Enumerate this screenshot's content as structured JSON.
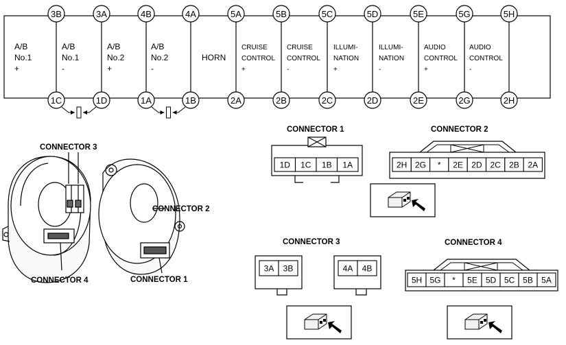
{
  "colors": {
    "line": "#000000",
    "background": "#ffffff",
    "body_fill": "#f2f2f2"
  },
  "top_pins": [
    "3B",
    "3A",
    "4B",
    "4A",
    "5A",
    "5B",
    "5C",
    "5D",
    "5E",
    "5G",
    "5H"
  ],
  "bottom_pins": [
    "1C",
    "1D",
    "1A",
    "1B",
    "2A",
    "2B",
    "2C",
    "2D",
    "2E",
    "2G",
    "2H"
  ],
  "columns": [
    {
      "lines": [
        "A/B",
        "No.1",
        "+"
      ]
    },
    {
      "lines": [
        "A/B",
        "No.1",
        "-"
      ]
    },
    {
      "lines": [
        "A/B",
        "No.2",
        "+"
      ]
    },
    {
      "lines": [
        "A/B",
        "No.2",
        "-"
      ]
    },
    {
      "lines": [
        "HORN"
      ]
    },
    {
      "lines": [
        "CRUISE",
        "CONTROL",
        "+"
      ]
    },
    {
      "lines": [
        "CRUISE",
        "CONTROL",
        "-"
      ]
    },
    {
      "lines": [
        "ILLUMI-",
        "NATION",
        "+"
      ]
    },
    {
      "lines": [
        "ILLUMI-",
        "NATION",
        "-"
      ]
    },
    {
      "lines": [
        "AUDIO",
        "CONTROL",
        "+"
      ]
    },
    {
      "lines": [
        "AUDIO",
        "CONTROL",
        "-"
      ]
    }
  ],
  "illustration_labels": {
    "connector3": "CONNECTOR 3",
    "connector2": "CONNECTOR 2",
    "connector4": "CONNECTOR 4",
    "connector1": "CONNECTOR 1"
  },
  "connector1": {
    "title": "CONNECTOR 1",
    "cells": [
      "1D",
      "1C",
      "1B",
      "1A"
    ]
  },
  "connector2": {
    "title": "CONNECTOR 2",
    "cells": [
      "2H",
      "2G",
      "*",
      "2E",
      "2D",
      "2C",
      "2B",
      "2A"
    ]
  },
  "connector3": {
    "title": "CONNECTOR 3",
    "left_cells": [
      "3A",
      "3B"
    ],
    "right_cells": [
      "4A",
      "4B"
    ]
  },
  "connector4": {
    "title": "CONNECTOR 4",
    "cells": [
      "5H",
      "5G",
      "*",
      "5E",
      "5D",
      "5C",
      "5B",
      "5A"
    ]
  },
  "icons": [
    "connector-view-icon",
    "connector-view-icon",
    "connector-view-icon",
    "connector-view-icon"
  ]
}
